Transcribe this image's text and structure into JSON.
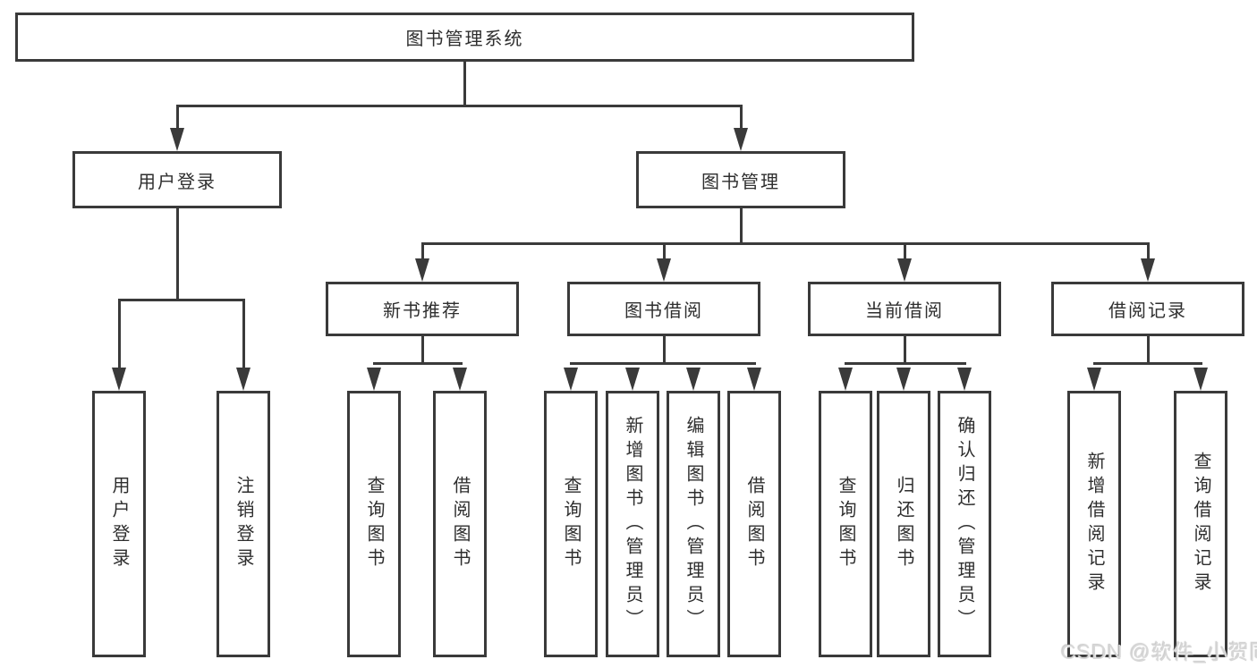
{
  "nodes": {
    "root": "图书管理系统",
    "user_login": "用户登录",
    "book_mgmt": "图书管理",
    "new_book_rec": "新书推荐",
    "book_borrow": "图书借阅",
    "current_borrow": "当前借阅",
    "borrow_records": "借阅记录"
  },
  "leaves": {
    "user_login": [
      "用户登录",
      "注销登录"
    ],
    "new_book_rec": [
      "查询图书",
      "借阅图书"
    ],
    "book_borrow": [
      "查询图书",
      "新增图书（管理员）",
      "编辑图书（管理员）",
      "借阅图书"
    ],
    "current_borrow": [
      "查询图书",
      "归还图书",
      "确认归还（管理员）"
    ],
    "borrow_records": [
      "新增借阅记录",
      "查询借阅记录"
    ]
  },
  "colors": {
    "line": "#3a3a3a",
    "text": "#2e2e2e",
    "background": "#ffffff",
    "watermark": "#d7d7d7"
  },
  "watermark": "CSDN @软件_小贺同学"
}
